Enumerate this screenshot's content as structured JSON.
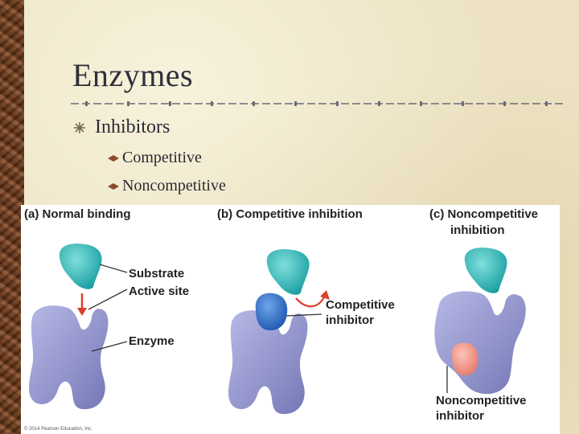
{
  "slide": {
    "title": "Enzymes",
    "bullet": "Inhibitors",
    "subbullets": [
      "Competitive",
      "Noncompetitive"
    ]
  },
  "figure": {
    "panels": [
      {
        "heading": "(a) Normal binding"
      },
      {
        "heading": "(b) Competitive inhibition"
      },
      {
        "heading_line1": "(c) Noncompetitive",
        "heading_line2": "inhibition"
      }
    ],
    "labels": {
      "substrate": "Substrate",
      "active_site": "Active site",
      "enzyme": "Enzyme",
      "competitive_inhibitor_line1": "Competitive",
      "competitive_inhibitor_line2": "inhibitor",
      "noncompetitive_inhibitor_line1": "Noncompetitive",
      "noncompetitive_inhibitor_line2": "inhibitor"
    },
    "copyright": "© 2014 Pearson Education, Inc.",
    "colors": {
      "substrate": "#2bb3b5",
      "enzyme": "#8b8dc7",
      "competitive_inhibitor": "#2f6fc4",
      "noncompetitive_inhibitor": "#f19a8c",
      "arrow": "#d9412b"
    }
  }
}
